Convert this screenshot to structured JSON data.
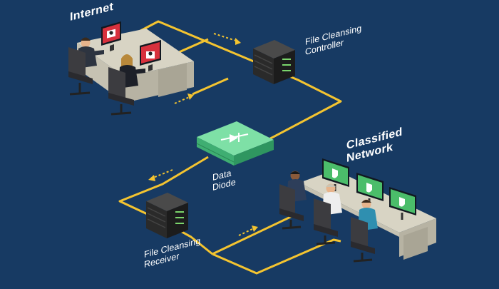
{
  "diagram": {
    "labels": {
      "internet": "Internet",
      "file_cleansing_controller": [
        "File Cleansing",
        "Controller"
      ],
      "data_diode": [
        "Data",
        "Diode"
      ],
      "classified_network": [
        "Classified",
        "Network"
      ],
      "file_cleansing_receiver": [
        "File Cleansing",
        "Receiver"
      ]
    },
    "colors": {
      "background": "#173a63",
      "connection_line": "#f4c430",
      "data_diode": "#55c98a",
      "server": "#2a2a2a",
      "server_led": "#7bd66c",
      "desk": "#d8d4c4",
      "screen_internet": "#d8313d",
      "screen_classified": "#4bbd6a"
    },
    "icons": {
      "internet_screen": "warning-skull-icon",
      "classified_screen": "shield-check-icon",
      "data_diode": "diode-symbol-icon",
      "flow_arrow": "dashed-arrow-icon"
    }
  }
}
